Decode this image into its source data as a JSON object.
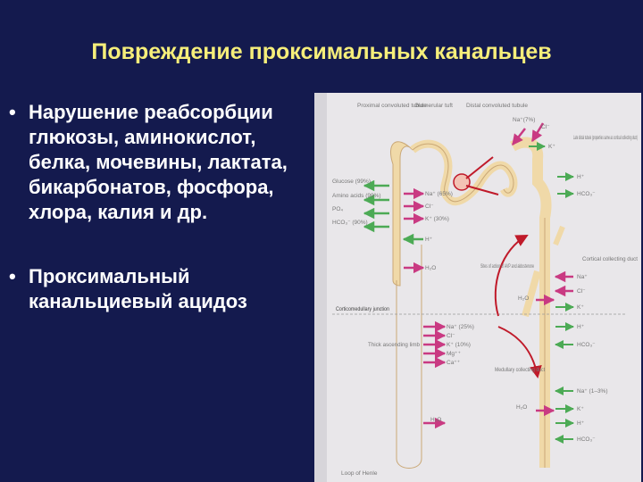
{
  "slide": {
    "title": "Повреждение проксимальных канальцев",
    "bullets": [
      {
        "marker": "•",
        "text": "Нарушение реабсорбции глюкозы, аминокислот, белка, мочевины, лактата, бикарбонатов, фосфора, хлора, калия и др."
      },
      {
        "marker": "•",
        "text": "Проксимальный канальциевый ацидоз"
      }
    ]
  },
  "figure": {
    "labels": {
      "proximal": "Proximal convoluted tubule",
      "glomerular": "Glomerular tuft",
      "distal": "Distal convoluted tubule",
      "late_distal": "Late distal tubule (properties same as cortical collecting duct)",
      "cortical_collecting": "Cortical collecting duct",
      "sites_of_action": "Sites of action of AVP and aldosterone",
      "corticomedullary": "Corticomedullary junction",
      "thick_ascending": "Thick ascending limb",
      "medullary_collecting": "Medullary collecting duct",
      "loop_of_henle": "Loop of Henle"
    },
    "left_ions": [
      "Glucose (99%)",
      "Amino acids (99%)",
      "PO₄",
      "HCO₃⁻ (90%)"
    ],
    "prox_ions": [
      "Na⁺ (65%)",
      "Cl⁻",
      "K⁺ (30%)",
      "H⁺",
      "H₂O"
    ],
    "distal_ions": [
      "Na⁺(7%)",
      "Cl⁻",
      "K⁺",
      "H⁺",
      "HCO₃⁻"
    ],
    "cortical_ions": [
      "Na⁺",
      "Cl⁻",
      "H₂O",
      "K⁺",
      "H⁺",
      "HCO₃⁻"
    ],
    "thick_ions": [
      "Na⁺ (25%)",
      "Cl⁻",
      "K⁺ (10%)",
      "Mg⁺⁺",
      "Ca⁺⁺"
    ],
    "medullary_ions": [
      "Na⁺ (1–3%)",
      "H₂O",
      "K⁺",
      "H⁺",
      "HCO₃⁻"
    ],
    "descending_ion": "H₂O",
    "colors": {
      "background": "#141a4e",
      "title": "#f6ee7a",
      "text": "#ffffff",
      "tubule": "#f0d9a8",
      "arrow_green": "#4caa55",
      "arrow_pink": "#c93a82",
      "arrow_red": "#c01a2a"
    }
  }
}
